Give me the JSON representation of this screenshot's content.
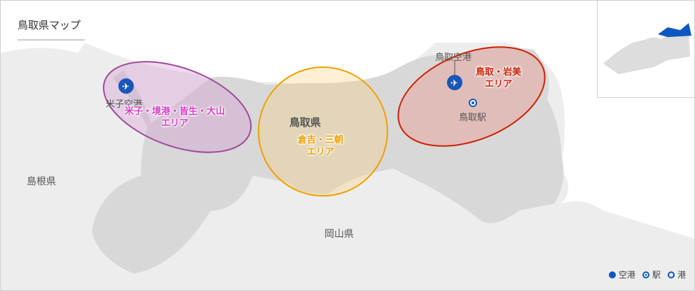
{
  "title": "鳥取県マップ",
  "prefectures": {
    "tottori": "鳥取県",
    "shimane": "島根県",
    "okayama": "岡山県"
  },
  "facilities": {
    "yonago_airport": "米子空港",
    "tottori_airport": "鳥取空港",
    "tottori_station": "鳥取駅"
  },
  "areas": [
    {
      "line1": "米子・境港・皆生・大山",
      "line2": "エリア",
      "color": "#d63ec4"
    },
    {
      "line1": "倉吉・三朝",
      "line2": "エリア",
      "color": "#f0a000"
    },
    {
      "line1": "鳥取・岩美",
      "line2": "エリア",
      "color": "#cc2200"
    }
  ],
  "legend": {
    "airport": "空港",
    "station": "駅",
    "port": "港"
  },
  "colors": {
    "marker": "#1a56b8",
    "highlight": "#0c58c0"
  }
}
